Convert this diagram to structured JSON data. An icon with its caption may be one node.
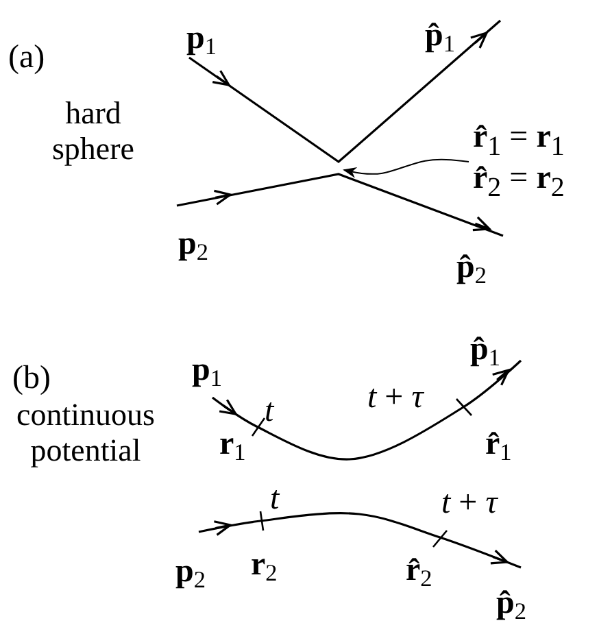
{
  "diagram": {
    "nodes": [
      {
        "text": [],
        "shape": "picture"
      },
      {
        "text": [
          "**r̂**$_{1}$ = **r**$_{1}$",
          "**r̂**$_{2}$ = **r**$_{2}$"
        ]
      }
    ],
    "edges": [
      {
        "from": 1,
        "to": 0,
        "arrow": "to"
      }
    ],
    "labels": [
      "(a)",
      "hard sphere",
      "**p**$_{1}$",
      "**p̂**$_{1}$",
      "**p**$_{2}$",
      "**p̂**$_{2}$",
      "(b)",
      "continuous potential",
      "**p**$_{1}$",
      "*t*",
      "**r**$_{1}$",
      "*t* + *τ*",
      "**p̂**$_{1}$",
      "**r̂**$_{1}$",
      "*t*",
      "**p**$_{2}$",
      "**r**$_{2}$",
      "*t* + *τ*",
      "**r̂**$_{2}$",
      "**p̂**$_{2}$"
    ]
  }
}
